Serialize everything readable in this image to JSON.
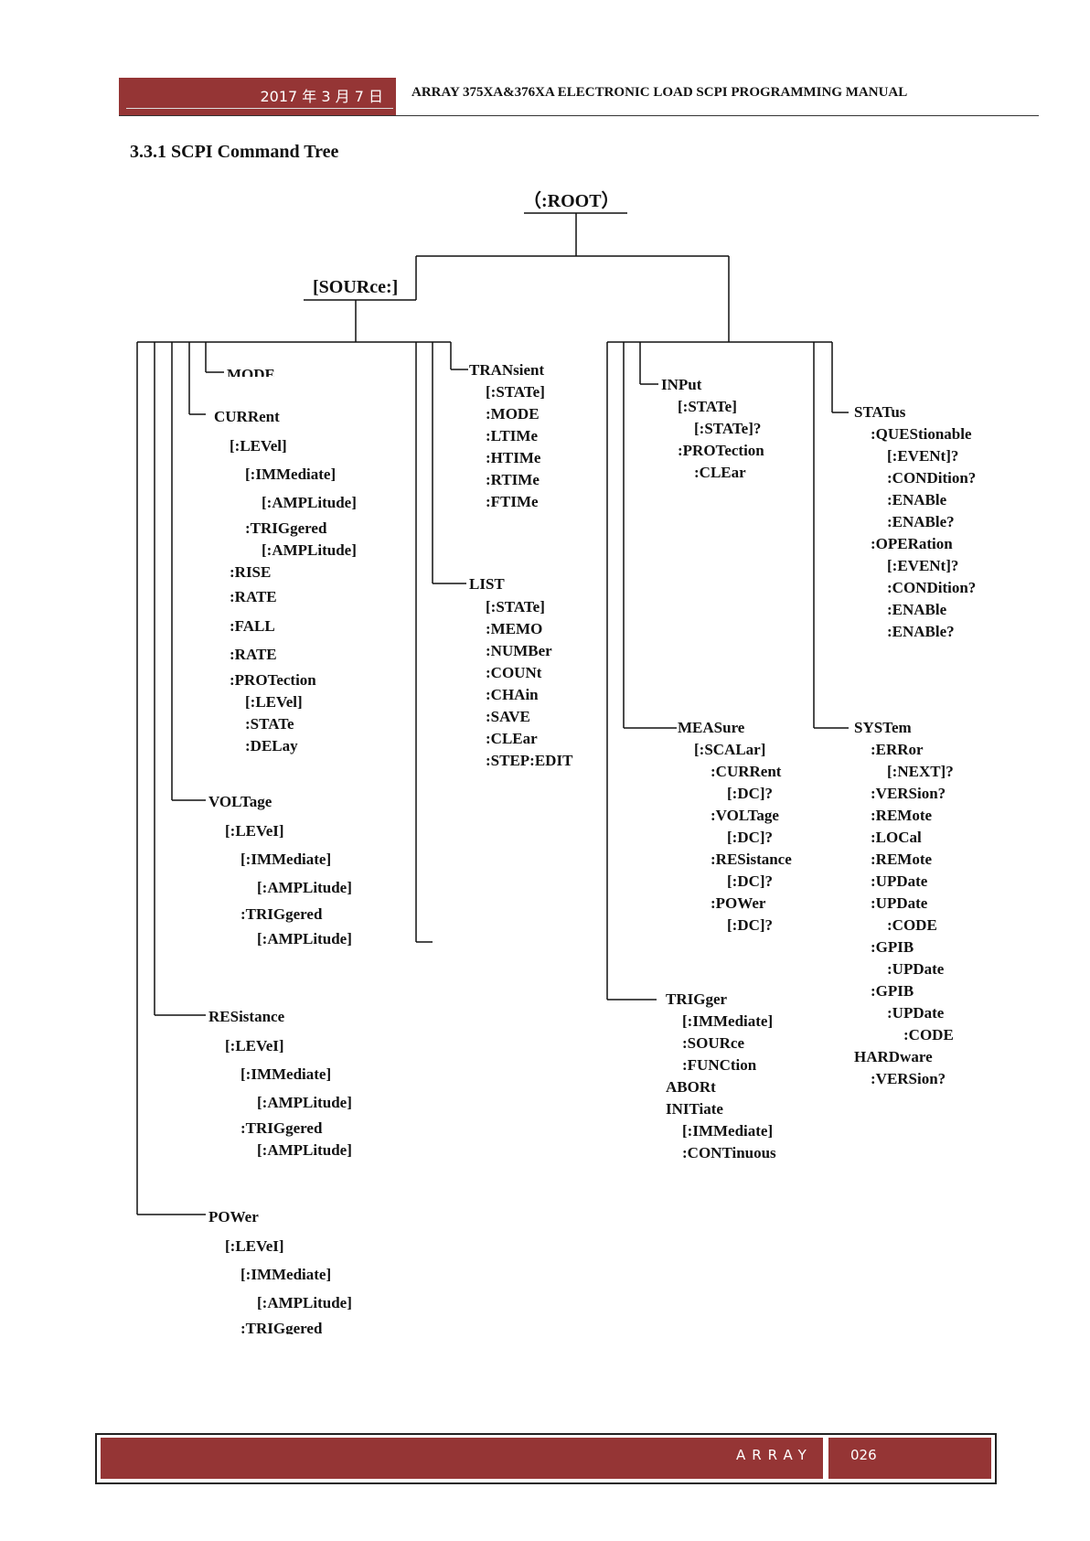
{
  "header": {
    "date": "2017 年 3 月 7 日",
    "title": "ARRAY 375XA&376XA ELECTRONIC LOAD SCPI PROGRAMMING MANUAL"
  },
  "section_title": "3.3.1 SCPI Command Tree",
  "tree": {
    "root": "（:ROOT）",
    "source": "[SOURce:]",
    "mode": "MODE",
    "current": [
      "CURRent",
      "[:LEVel]",
      "[:IMMediate]",
      "[:AMPLitude]",
      ":TRIGgered",
      "[:AMPLitude]",
      ":RISE",
      ":RATE",
      ":FALL",
      ":RATE",
      ":PROTection",
      "[:LEVel]",
      ":STATe",
      ":DELay"
    ],
    "voltage": [
      "VOLTage",
      "[:LEVeI]",
      "[:IMMediate]",
      "[:AMPLitude]",
      ":TRIGgered",
      "[:AMPLitude]"
    ],
    "resistance": [
      "RESistance",
      "[:LEVeI]",
      "[:IMMediate]",
      "[:AMPLitude]",
      ":TRIGgered",
      "[:AMPLitude]"
    ],
    "power": [
      "POWer",
      "[:LEVeI]",
      "[:IMMediate]",
      "[:AMPLitude]",
      ":TRIGgered"
    ],
    "transient": [
      "TRANsient",
      "[:STATe]",
      ":MODE",
      ":LTIMe",
      ":HTIMe",
      ":RTIMe",
      ":FTIMe"
    ],
    "list": [
      "LIST",
      "[:STATe]",
      ":MEMO",
      ":NUMBer",
      ":COUNt",
      ":CHAin",
      ":SAVE",
      ":CLEar",
      ":STEP:EDIT"
    ],
    "input": [
      "INPut",
      "[:STATe]",
      "[:STATe]?",
      ":PROTection",
      ":CLEar"
    ],
    "measure": [
      "MEASure",
      "[:SCALar]",
      ":CURRent",
      "[:DC]?",
      ":VOLTage",
      "[:DC]?",
      ":RESistance",
      "[:DC]?",
      ":POWer",
      "[:DC]?"
    ],
    "trigger": [
      "TRIGger",
      "[:IMMediate]",
      ":SOURce",
      ":FUNCtion",
      "ABORt",
      "INITiate",
      "[:IMMediate]",
      ":CONTinuous"
    ],
    "status": [
      "STATus",
      ":QUEStionable",
      "[:EVENt]?",
      ":CONDition?",
      ":ENABle",
      ":ENABle?",
      ":OPERation",
      "[:EVENt]?",
      ":CONDition?",
      ":ENABle",
      ":ENABle?"
    ],
    "system": [
      "SYSTem",
      ":ERRor",
      "[:NEXT]?",
      ":VERSion?",
      ":REMote",
      ":LOCal",
      ":REMote",
      ":UPDate",
      ":UPDate",
      ":CODE",
      ":GPIB",
      ":UPDate",
      ":GPIB",
      ":UPDate",
      ":CODE",
      "HARDware",
      ":VERSion?"
    ]
  },
  "footer": {
    "brand": "ARRAY",
    "page": "026"
  }
}
